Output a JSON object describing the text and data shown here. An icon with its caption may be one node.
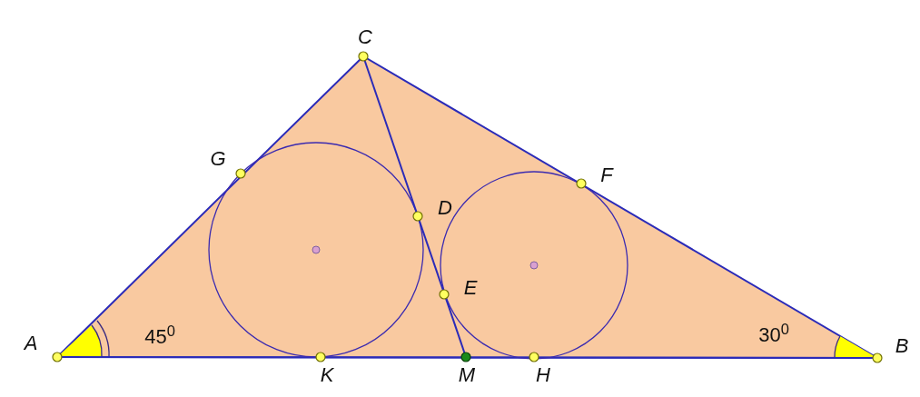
{
  "diagram": {
    "labels": [
      "C",
      "G",
      "F",
      "D",
      "E",
      "A",
      "45$^{0}$",
      "30$^{0}$",
      "B",
      "K",
      "M",
      "H"
    ]
  }
}
